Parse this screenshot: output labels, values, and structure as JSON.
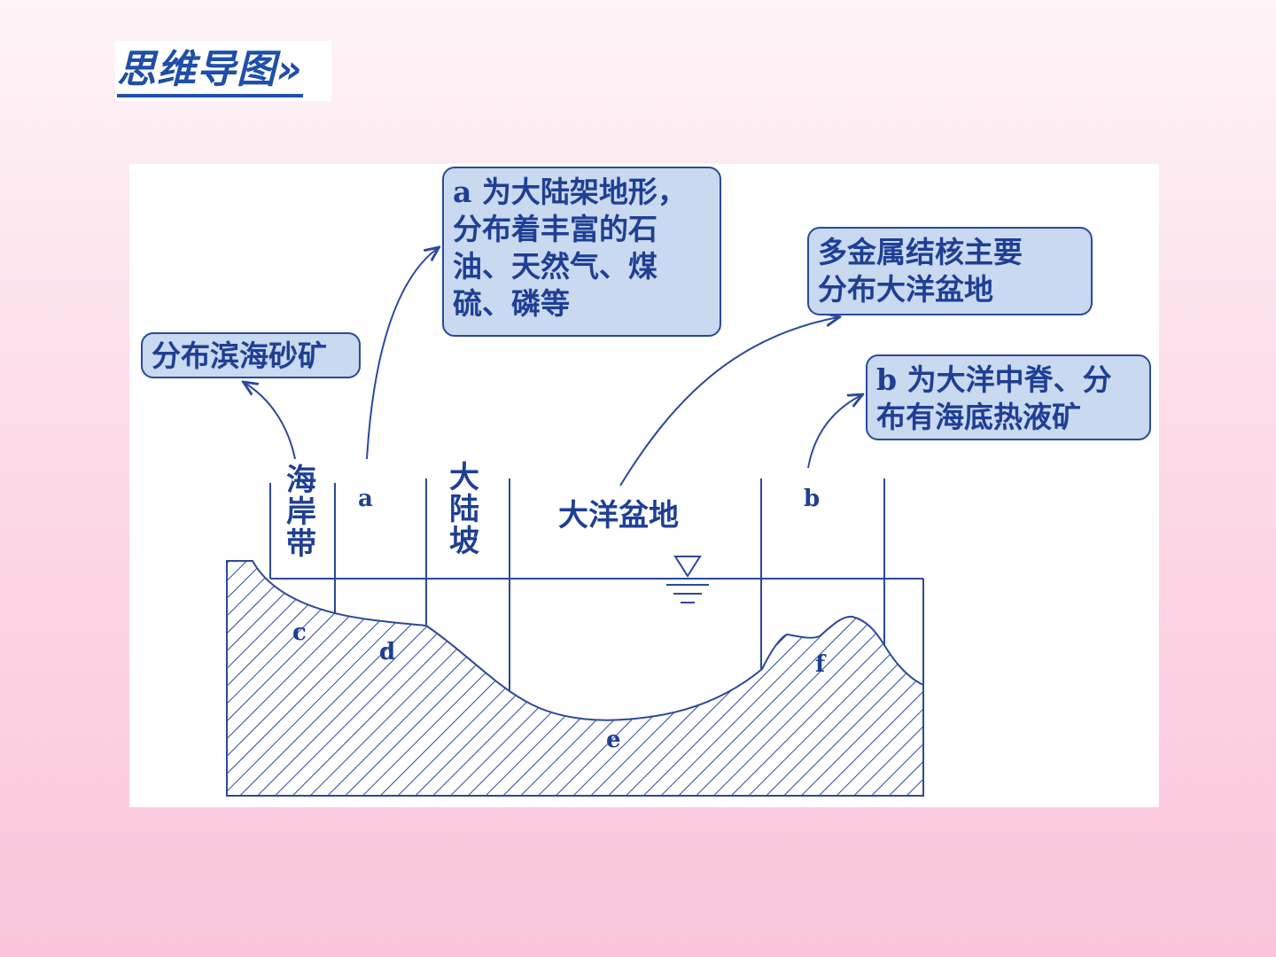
{
  "heading": {
    "title": "思维导图»"
  },
  "callouts": {
    "coast": {
      "lines": [
        "分布滨海砂矿"
      ]
    },
    "shelf": {
      "lines": [
        "a 为大陆架地形，",
        "分布着丰富的石",
        "油、天然气、煤",
        "硫、磷等"
      ]
    },
    "basin": {
      "lines": [
        "多金属结核主要",
        "分布大洋盆地"
      ]
    },
    "ridge": {
      "lines": [
        "b 为大洋中脊、分",
        "布有海底热液矿"
      ]
    }
  },
  "zones": {
    "coast_zone": "海岸带",
    "zone_a": "a",
    "continental_slope": "大陆坡",
    "ocean_basin": "大洋盆地",
    "zone_b": "b"
  },
  "seabed_points": {
    "c": "c",
    "d": "d",
    "e": "e",
    "f": "f"
  },
  "colors": {
    "line": "#2a4a9a",
    "text": "#1f3f94",
    "bubble_fill": "#c9d9ef",
    "heading": "#1f4fa8"
  }
}
